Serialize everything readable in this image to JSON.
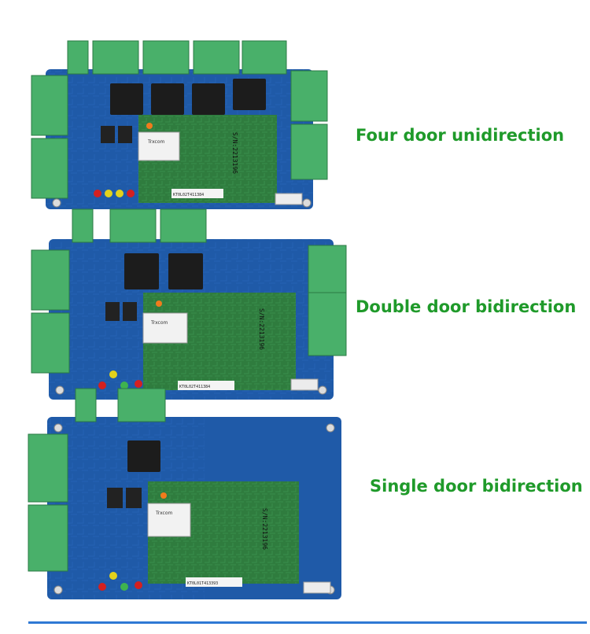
{
  "photo": {
    "captions": [
      "Four door unidirection",
      "Double door bidirection",
      "Single door bidirection"
    ],
    "serial_labels": [
      "S/N:2213196",
      "S/N:2213196",
      "S/N:2213196"
    ],
    "barcodes": [
      "KT0L02T411384",
      "KT0L02T411384",
      "KT0L01T413393"
    ],
    "jack_labels": [
      "Trxcom",
      "Trxcom",
      "Trxcom"
    ]
  },
  "colors": {
    "caption": "#1f9a2a",
    "board_blue": "#1f5aa8",
    "module_green": "#2f7c3e",
    "terminal_green": "#49b06a",
    "relay_black": "#1c1c1c",
    "rule_blue": "#2f79d4"
  }
}
